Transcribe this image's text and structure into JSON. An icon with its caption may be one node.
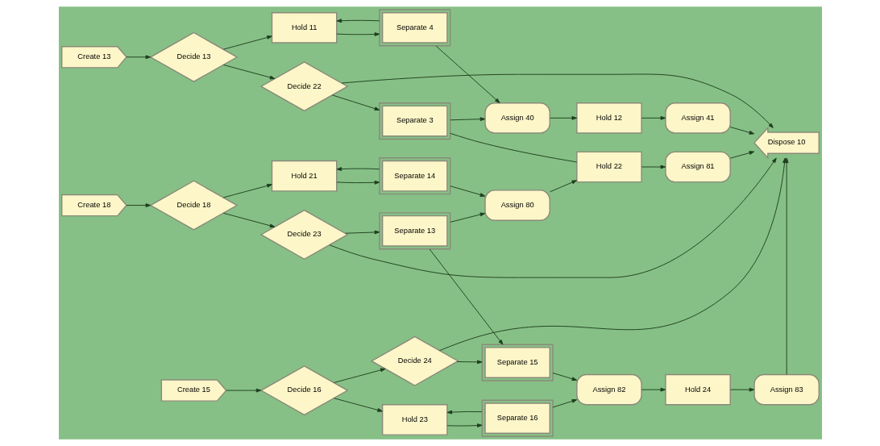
{
  "diagram": {
    "nodes": [
      {
        "text": [
          "Create 13"
        ]
      },
      {
        "text": [
          "Decide 13"
        ]
      },
      {
        "text": [
          "Decide 22"
        ]
      },
      {
        "text": [
          "Separate 3"
        ]
      },
      {
        "text": [
          "Hold 11"
        ]
      },
      {
        "text": [
          "Separate 4"
        ]
      },
      {
        "text": [
          "Assign 40"
        ]
      },
      {
        "text": [
          "Hold 12"
        ]
      },
      {
        "text": [
          "Assign 41"
        ]
      },
      {
        "text": [
          "Create 18"
        ]
      },
      {
        "text": [
          "Decide 18"
        ]
      },
      {
        "text": [
          "Decide 23"
        ]
      },
      {
        "text": [
          "Separate 13"
        ]
      },
      {
        "text": [
          "Hold 21"
        ]
      },
      {
        "text": [
          "Separate 14"
        ]
      },
      {
        "text": [
          "Assign 80"
        ]
      },
      {
        "text": [
          "Hold 22"
        ]
      },
      {
        "text": [
          "Assign 81"
        ]
      },
      {
        "text": [
          "Dispose 10"
        ]
      },
      {
        "text": [
          "Create 15"
        ]
      },
      {
        "text": [
          "Decide 16"
        ]
      },
      {
        "text": [
          "Decide 24"
        ]
      },
      {
        "text": [
          "Separate 15"
        ]
      },
      {
        "text": [
          "Hold 23"
        ]
      },
      {
        "text": [
          "Separate 16"
        ]
      },
      {
        "text": [
          "Assign 82"
        ]
      },
      {
        "text": [
          "Hold 24"
        ]
      },
      {
        "text": [
          "Assign 83"
        ]
      }
    ],
    "edges": [
      {
        "from": 0,
        "to": 1,
        "arrow": "to"
      },
      {
        "from": 1,
        "to": 2,
        "arrow": "to"
      },
      {
        "from": 1,
        "to": 4,
        "arrow": "to"
      },
      {
        "from": 2,
        "to": 3,
        "arrow": "to"
      },
      {
        "from": 2,
        "to": 18,
        "arrow": "to"
      },
      {
        "from": 3,
        "to": 6,
        "arrow": "to"
      },
      {
        "from": 3,
        "to": 16,
        "arrow": "none"
      },
      {
        "from": 4,
        "to": 5,
        "arrow": "to"
      },
      {
        "from": 5,
        "to": 4,
        "arrow": "to"
      },
      {
        "from": 5,
        "to": 6,
        "arrow": "to"
      },
      {
        "from": 6,
        "to": 7,
        "arrow": "to"
      },
      {
        "from": 7,
        "to": 8,
        "arrow": "to"
      },
      {
        "from": 8,
        "to": 18,
        "arrow": "to"
      },
      {
        "from": 9,
        "to": 10,
        "arrow": "to"
      },
      {
        "from": 10,
        "to": 11,
        "arrow": "to"
      },
      {
        "from": 10,
        "to": 13,
        "arrow": "to"
      },
      {
        "from": 11,
        "to": 12,
        "arrow": "to"
      },
      {
        "from": 11,
        "to": 18,
        "arrow": "to"
      },
      {
        "from": 12,
        "to": 15,
        "arrow": "to"
      },
      {
        "from": 12,
        "to": 22,
        "arrow": "to"
      },
      {
        "from": 13,
        "to": 14,
        "arrow": "to"
      },
      {
        "from": 14,
        "to": 13,
        "arrow": "to"
      },
      {
        "from": 14,
        "to": 15,
        "arrow": "to"
      },
      {
        "from": 15,
        "to": 16,
        "arrow": "to"
      },
      {
        "from": 16,
        "to": 17,
        "arrow": "to"
      },
      {
        "from": 17,
        "to": 18,
        "arrow": "to"
      },
      {
        "from": 19,
        "to": 20,
        "arrow": "to"
      },
      {
        "from": 20,
        "to": 21,
        "arrow": "to"
      },
      {
        "from": 20,
        "to": 23,
        "arrow": "to"
      },
      {
        "from": 21,
        "to": 22,
        "arrow": "to"
      },
      {
        "from": 21,
        "to": 18,
        "arrow": "to"
      },
      {
        "from": 22,
        "to": 25,
        "arrow": "to"
      },
      {
        "from": 23,
        "to": 24,
        "arrow": "to"
      },
      {
        "from": 24,
        "to": 23,
        "arrow": "to"
      },
      {
        "from": 24,
        "to": 25,
        "arrow": "to"
      },
      {
        "from": 25,
        "to": 26,
        "arrow": "to"
      },
      {
        "from": 26,
        "to": 27,
        "arrow": "to"
      },
      {
        "from": 27,
        "to": 18,
        "arrow": "to"
      }
    ]
  }
}
